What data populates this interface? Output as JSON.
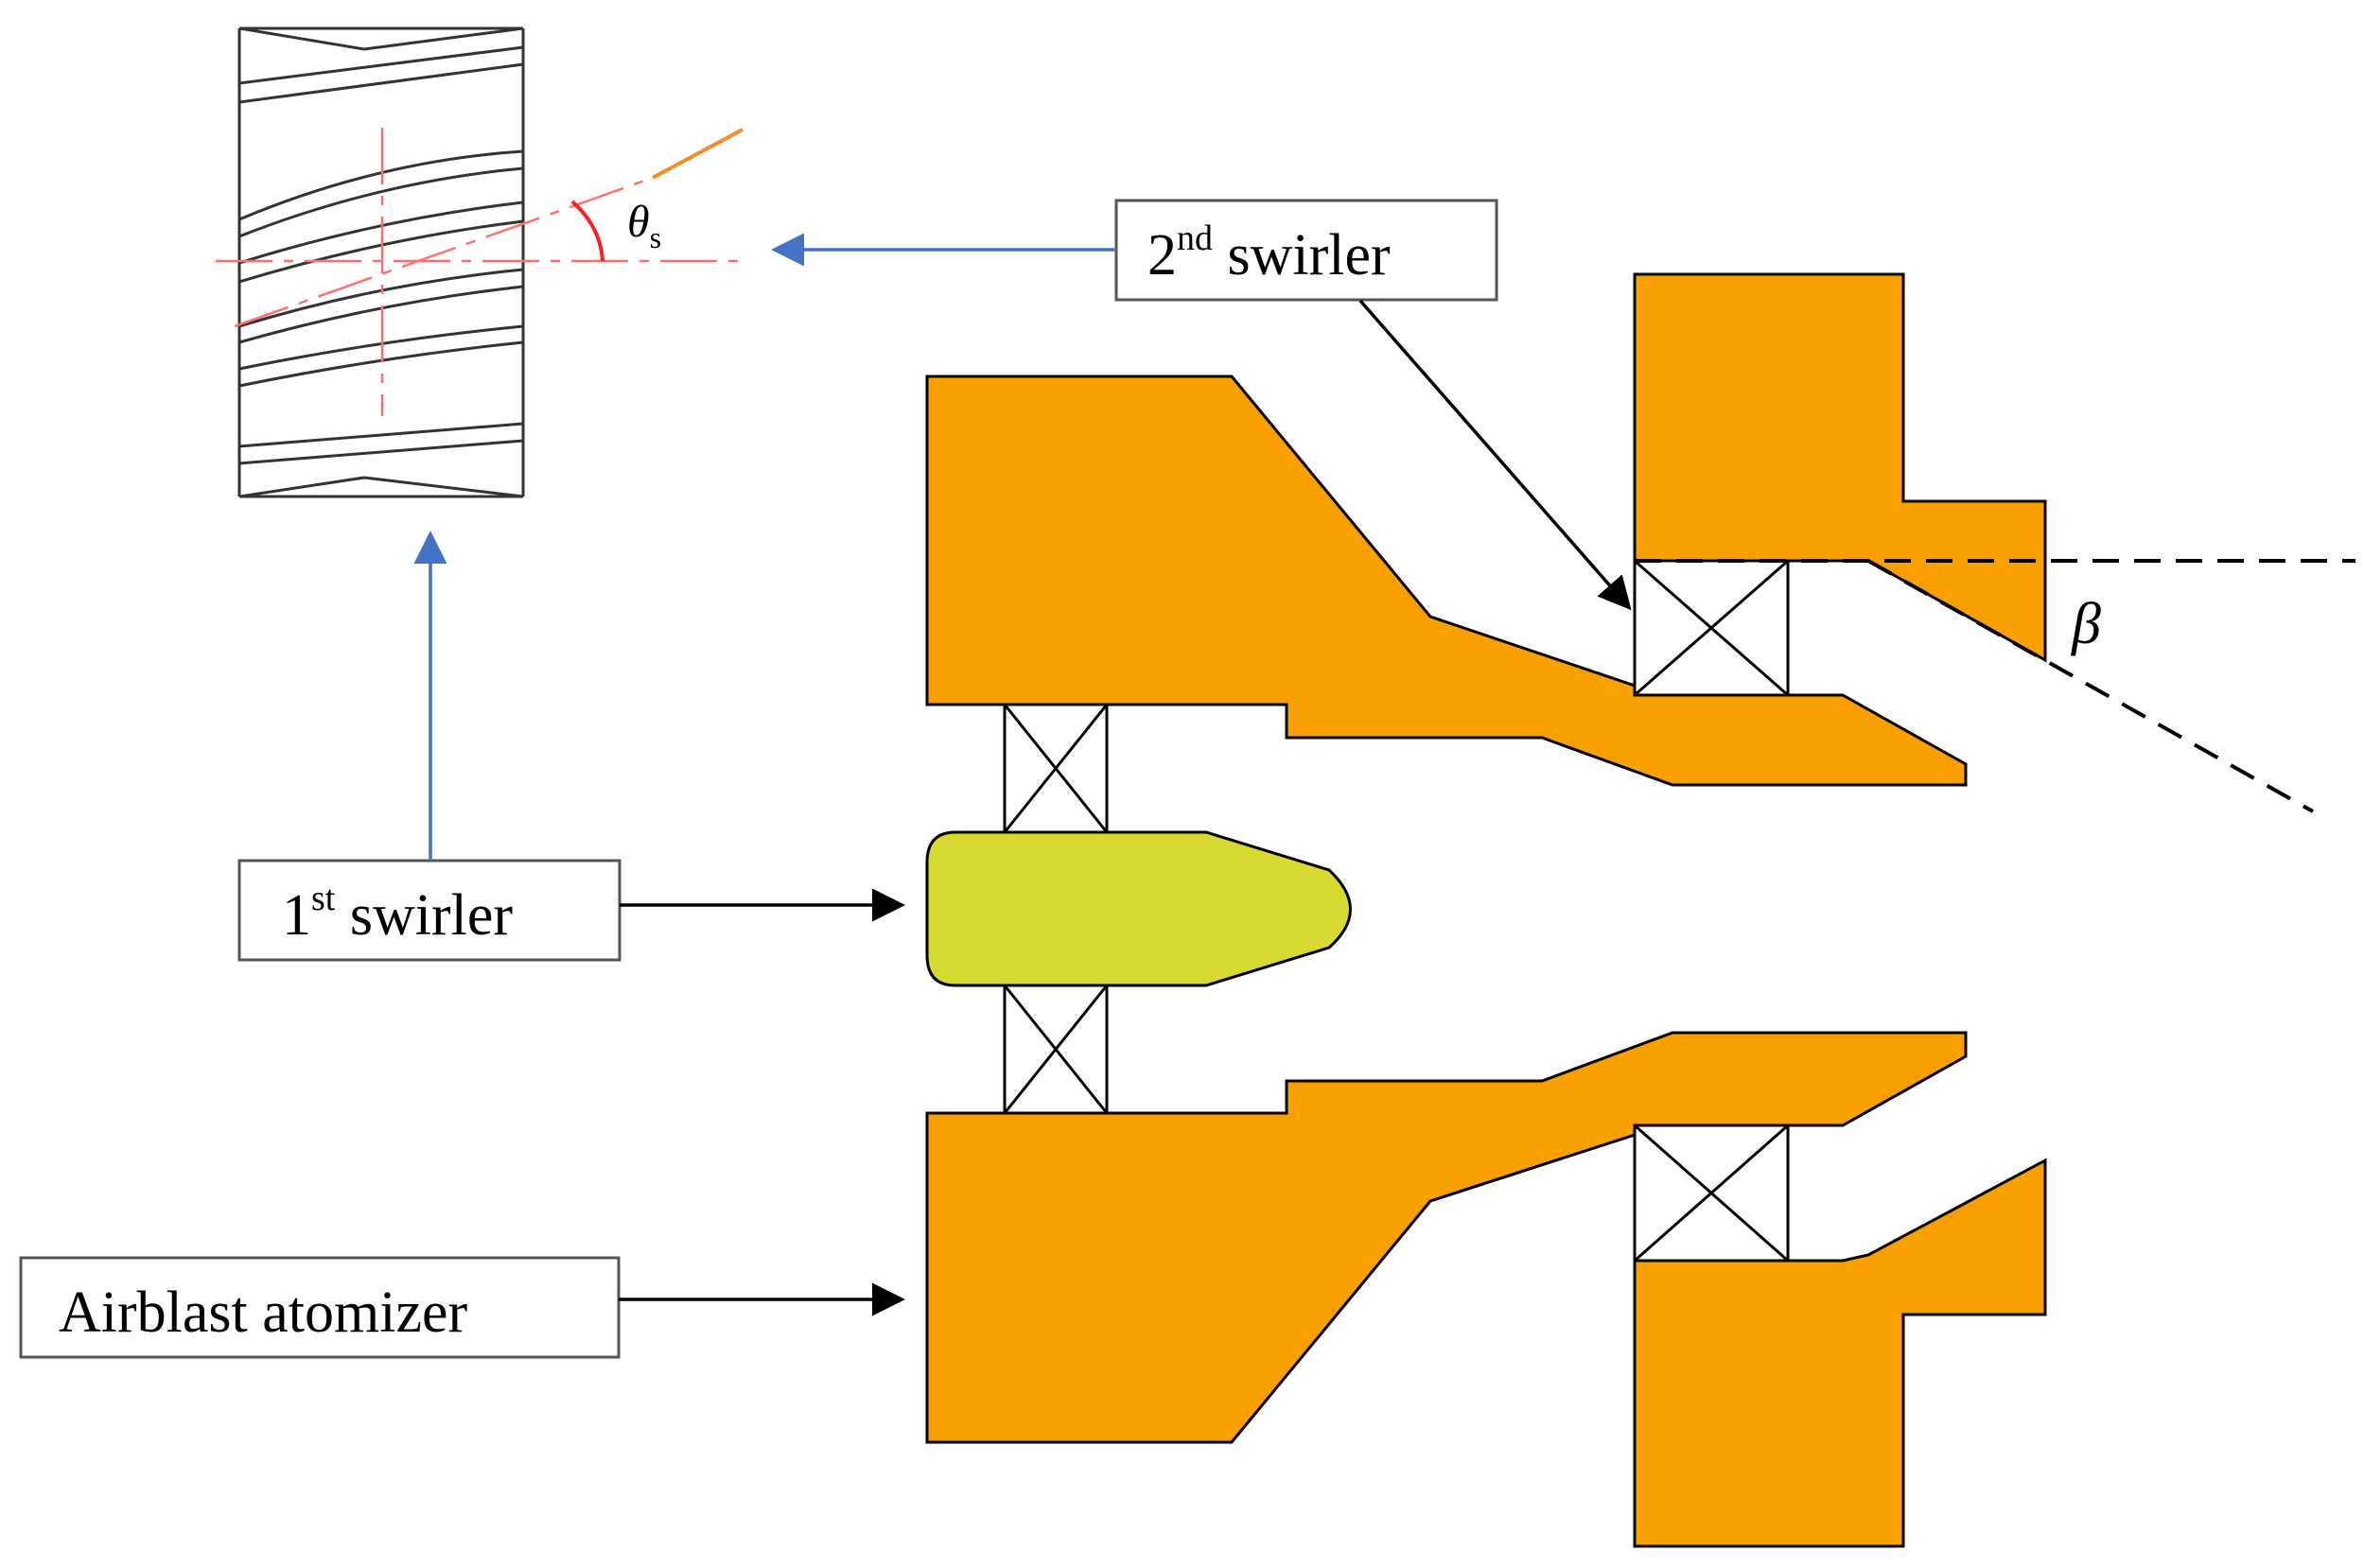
{
  "labels": {
    "second_swirler_main": "2",
    "second_swirler_sup": "nd",
    "second_swirler_rest": " swirler",
    "first_swirler_main": "1",
    "first_swirler_sup": "st",
    "first_swirler_rest": " swirler",
    "airblast": "Airblast atomizer",
    "theta_symbol": "θ",
    "theta_subscript": "s",
    "beta": "β"
  },
  "colors": {
    "body_fill": "#F9A000",
    "nozzle_fill": "#D7D831",
    "outline": "#000000",
    "blue_arrow": "#4472C4",
    "red_line": "#FF6F6F",
    "orange_line": "#F28C28"
  },
  "icons": {
    "swirler_box": "crossed-rectangle"
  }
}
